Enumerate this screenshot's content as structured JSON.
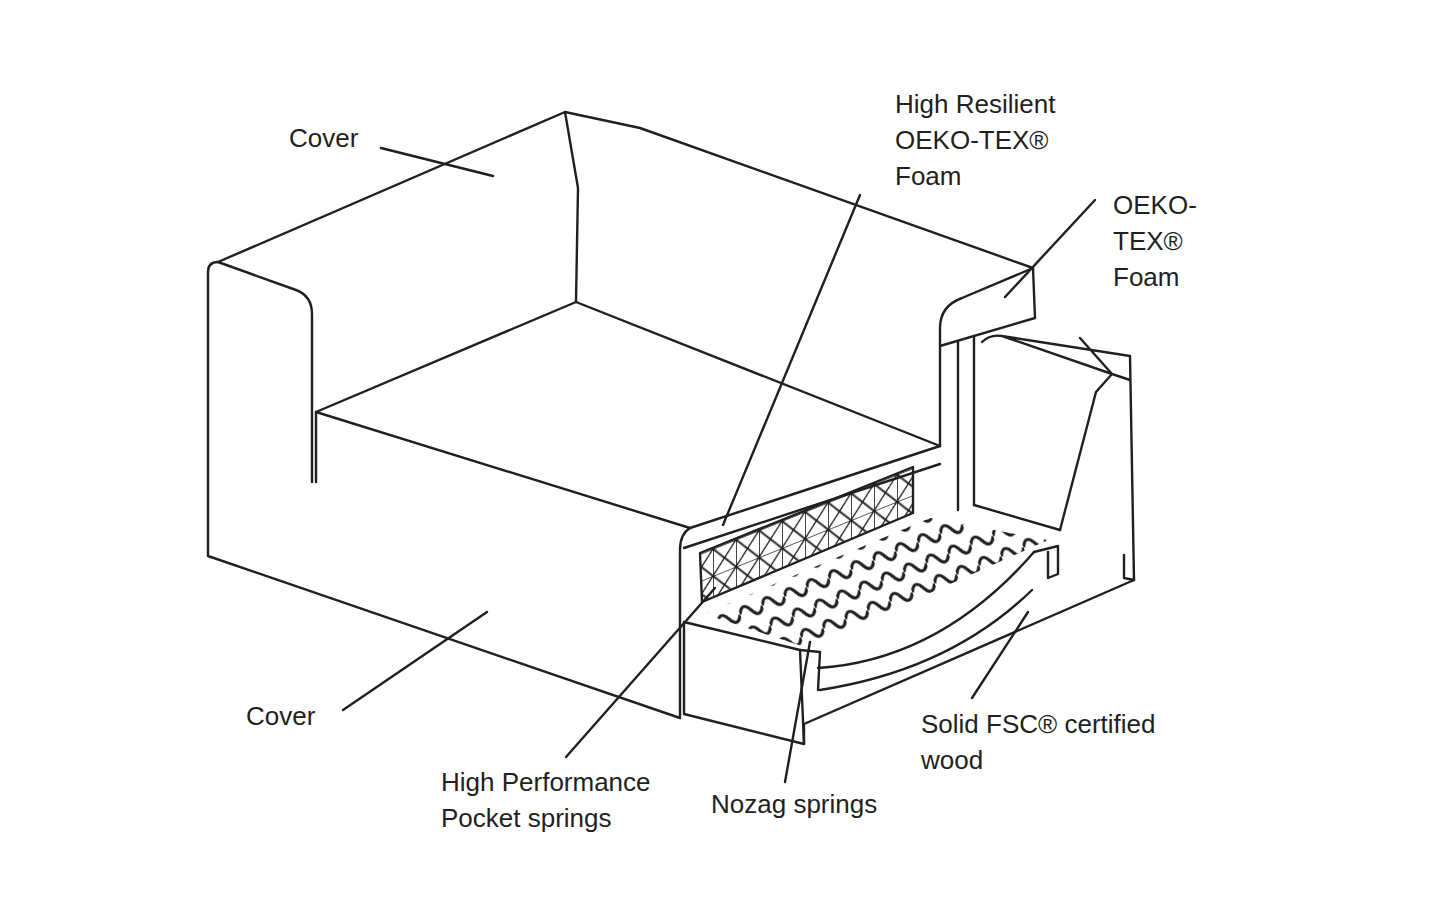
{
  "diagram": {
    "labels": [
      "Cover",
      "High Resilient OEKO-TEX® Foam",
      "OEKO-TEX® Foam",
      "Cover",
      "High Performance Pocket springs",
      "Nozag springs",
      "Solid FSC® certified wood"
    ]
  }
}
